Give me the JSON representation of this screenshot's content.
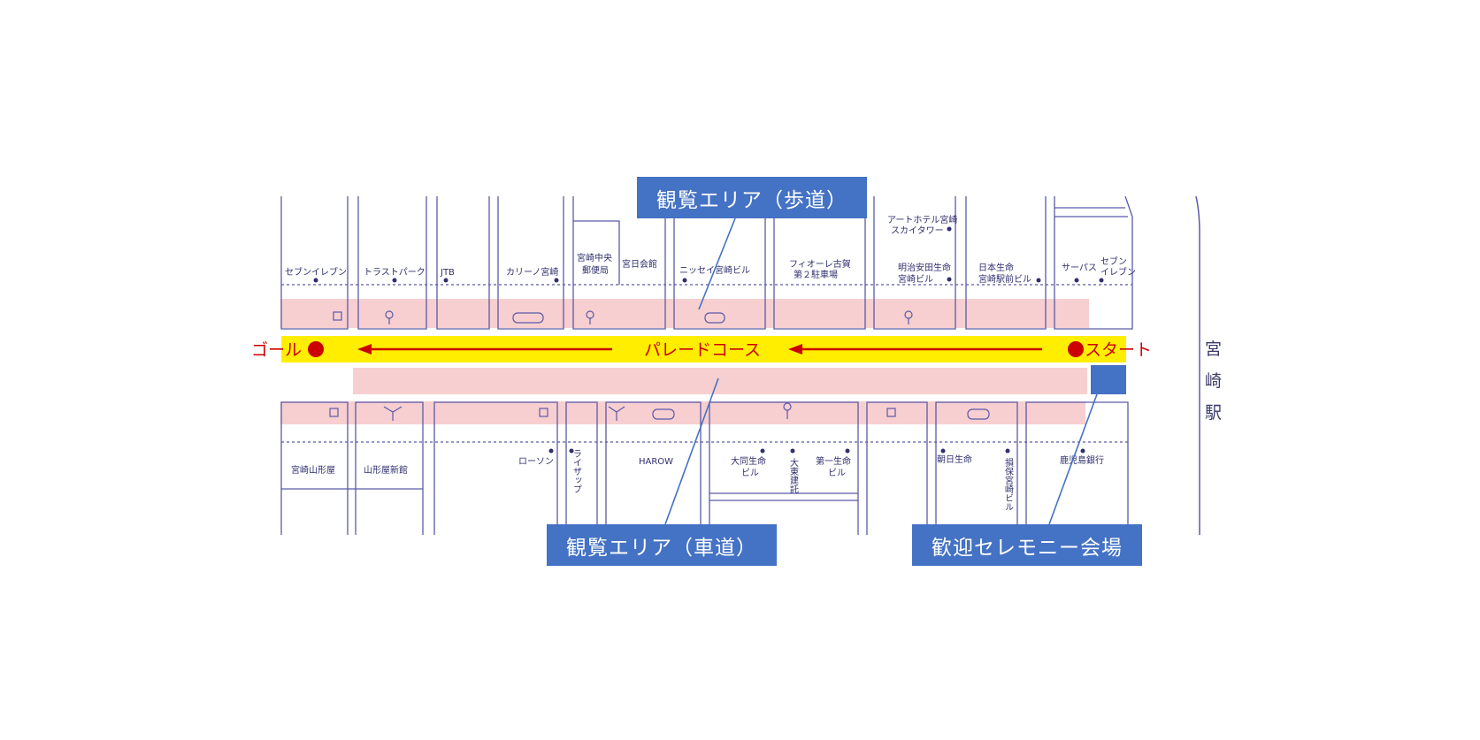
{
  "route": {
    "course_label": "パレードコース",
    "start_label": "スタート",
    "goal_label": "ゴール"
  },
  "callouts": {
    "sidewalk": "観覧エリア（歩道）",
    "road": "観覧エリア（車道）",
    "ceremony": "歓迎セレモニー会場"
  },
  "station": {
    "chars": [
      "宮",
      "崎",
      "駅"
    ]
  },
  "north_buildings": [
    [
      "セブンイレブン"
    ],
    [
      "トラストパーク"
    ],
    [
      "JTB"
    ],
    [
      "カリーノ宮崎"
    ],
    [
      "宮崎中央",
      "郵便局"
    ],
    [
      "宮日会館"
    ],
    [
      "ニッセイ宮崎ビル"
    ],
    [
      "フィオーレ古賀",
      "第２駐車場"
    ],
    [
      "アートホテル宮崎",
      "スカイタワー"
    ],
    [
      "明治安田生命",
      "宮崎ビル"
    ],
    [
      "日本生命",
      "宮崎駅前ビル"
    ],
    [
      "サーパス"
    ],
    [
      "セブン",
      "イレブン"
    ]
  ],
  "south_buildings": [
    [
      "宮崎山形屋"
    ],
    [
      "山形屋新館"
    ],
    [
      "ローソン"
    ],
    [
      "ライザップ"
    ],
    [
      "HAROW"
    ],
    [
      "大同生命",
      "ビル"
    ],
    [
      "大東建託"
    ],
    [
      "第一生命",
      "ビル"
    ],
    [
      "朝日生命"
    ],
    [
      "損保宮崎ビル"
    ],
    [
      "鹿児島銀行"
    ]
  ],
  "colors": {
    "course": "#ffee00",
    "viewing_area": "#f7cfd0",
    "arrow": "#cc0000",
    "ceremony_box": "#4472c4",
    "outline": "#5a5aa8"
  }
}
